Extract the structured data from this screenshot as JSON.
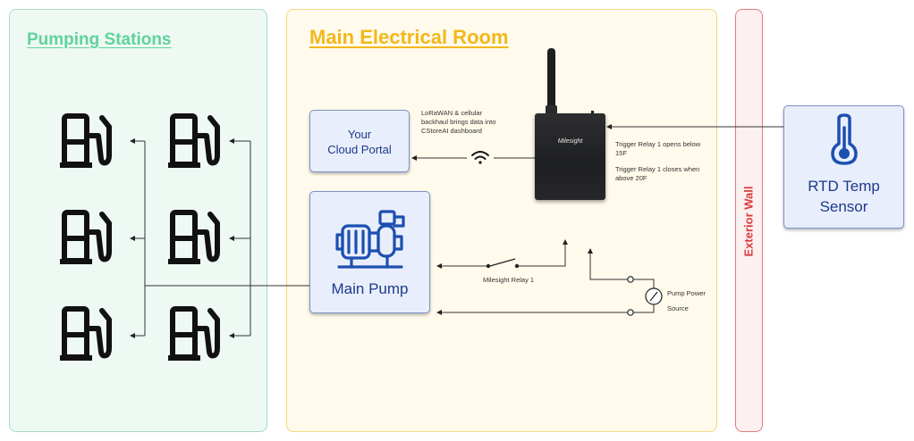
{
  "panels": {
    "pumping_stations": {
      "title": "Pumping Stations"
    },
    "main_electrical_room": {
      "title": "Main Electrical Room"
    },
    "exterior_wall": {
      "label": "Exterior Wall"
    }
  },
  "nodes": {
    "cloud_portal": {
      "line1": "Your",
      "line2": "Cloud Portal"
    },
    "main_pump": {
      "label": "Main Pump",
      "icon": "pump-icon"
    },
    "rtd_sensor": {
      "line1": "RTD Temp",
      "line2": "Sensor",
      "icon": "thermometer-icon"
    },
    "gateway": {
      "brand": "Milesight",
      "icon": "antenna-icon"
    },
    "fuel_pumps": {
      "count": 6,
      "icon": "fuel-pump-icon"
    }
  },
  "annotations": {
    "backhaul": [
      "LoRaWAN & cellular",
      "backhaul brings data into",
      "CStoreAI dashboard"
    ],
    "trigger_open": [
      "Trigger Relay 1 opens below",
      "15F"
    ],
    "trigger_close": [
      "Trigger Relay 1 closes when",
      "above 20F"
    ],
    "relay": "Milesight Relay 1",
    "power": [
      "Pump Power",
      "Source"
    ]
  },
  "colors": {
    "pumping_bg": "#eef9f4",
    "pumping_title": "#5fd39a",
    "electrical_bg": "#fffaeb",
    "electrical_title": "#f2b81a",
    "wall_border": "#e07b7b",
    "wall_label": "#d93c3c",
    "node_fill": "#e9eefc",
    "node_text": "#1c3a8a",
    "icon_blue": "#1c4fb0"
  }
}
